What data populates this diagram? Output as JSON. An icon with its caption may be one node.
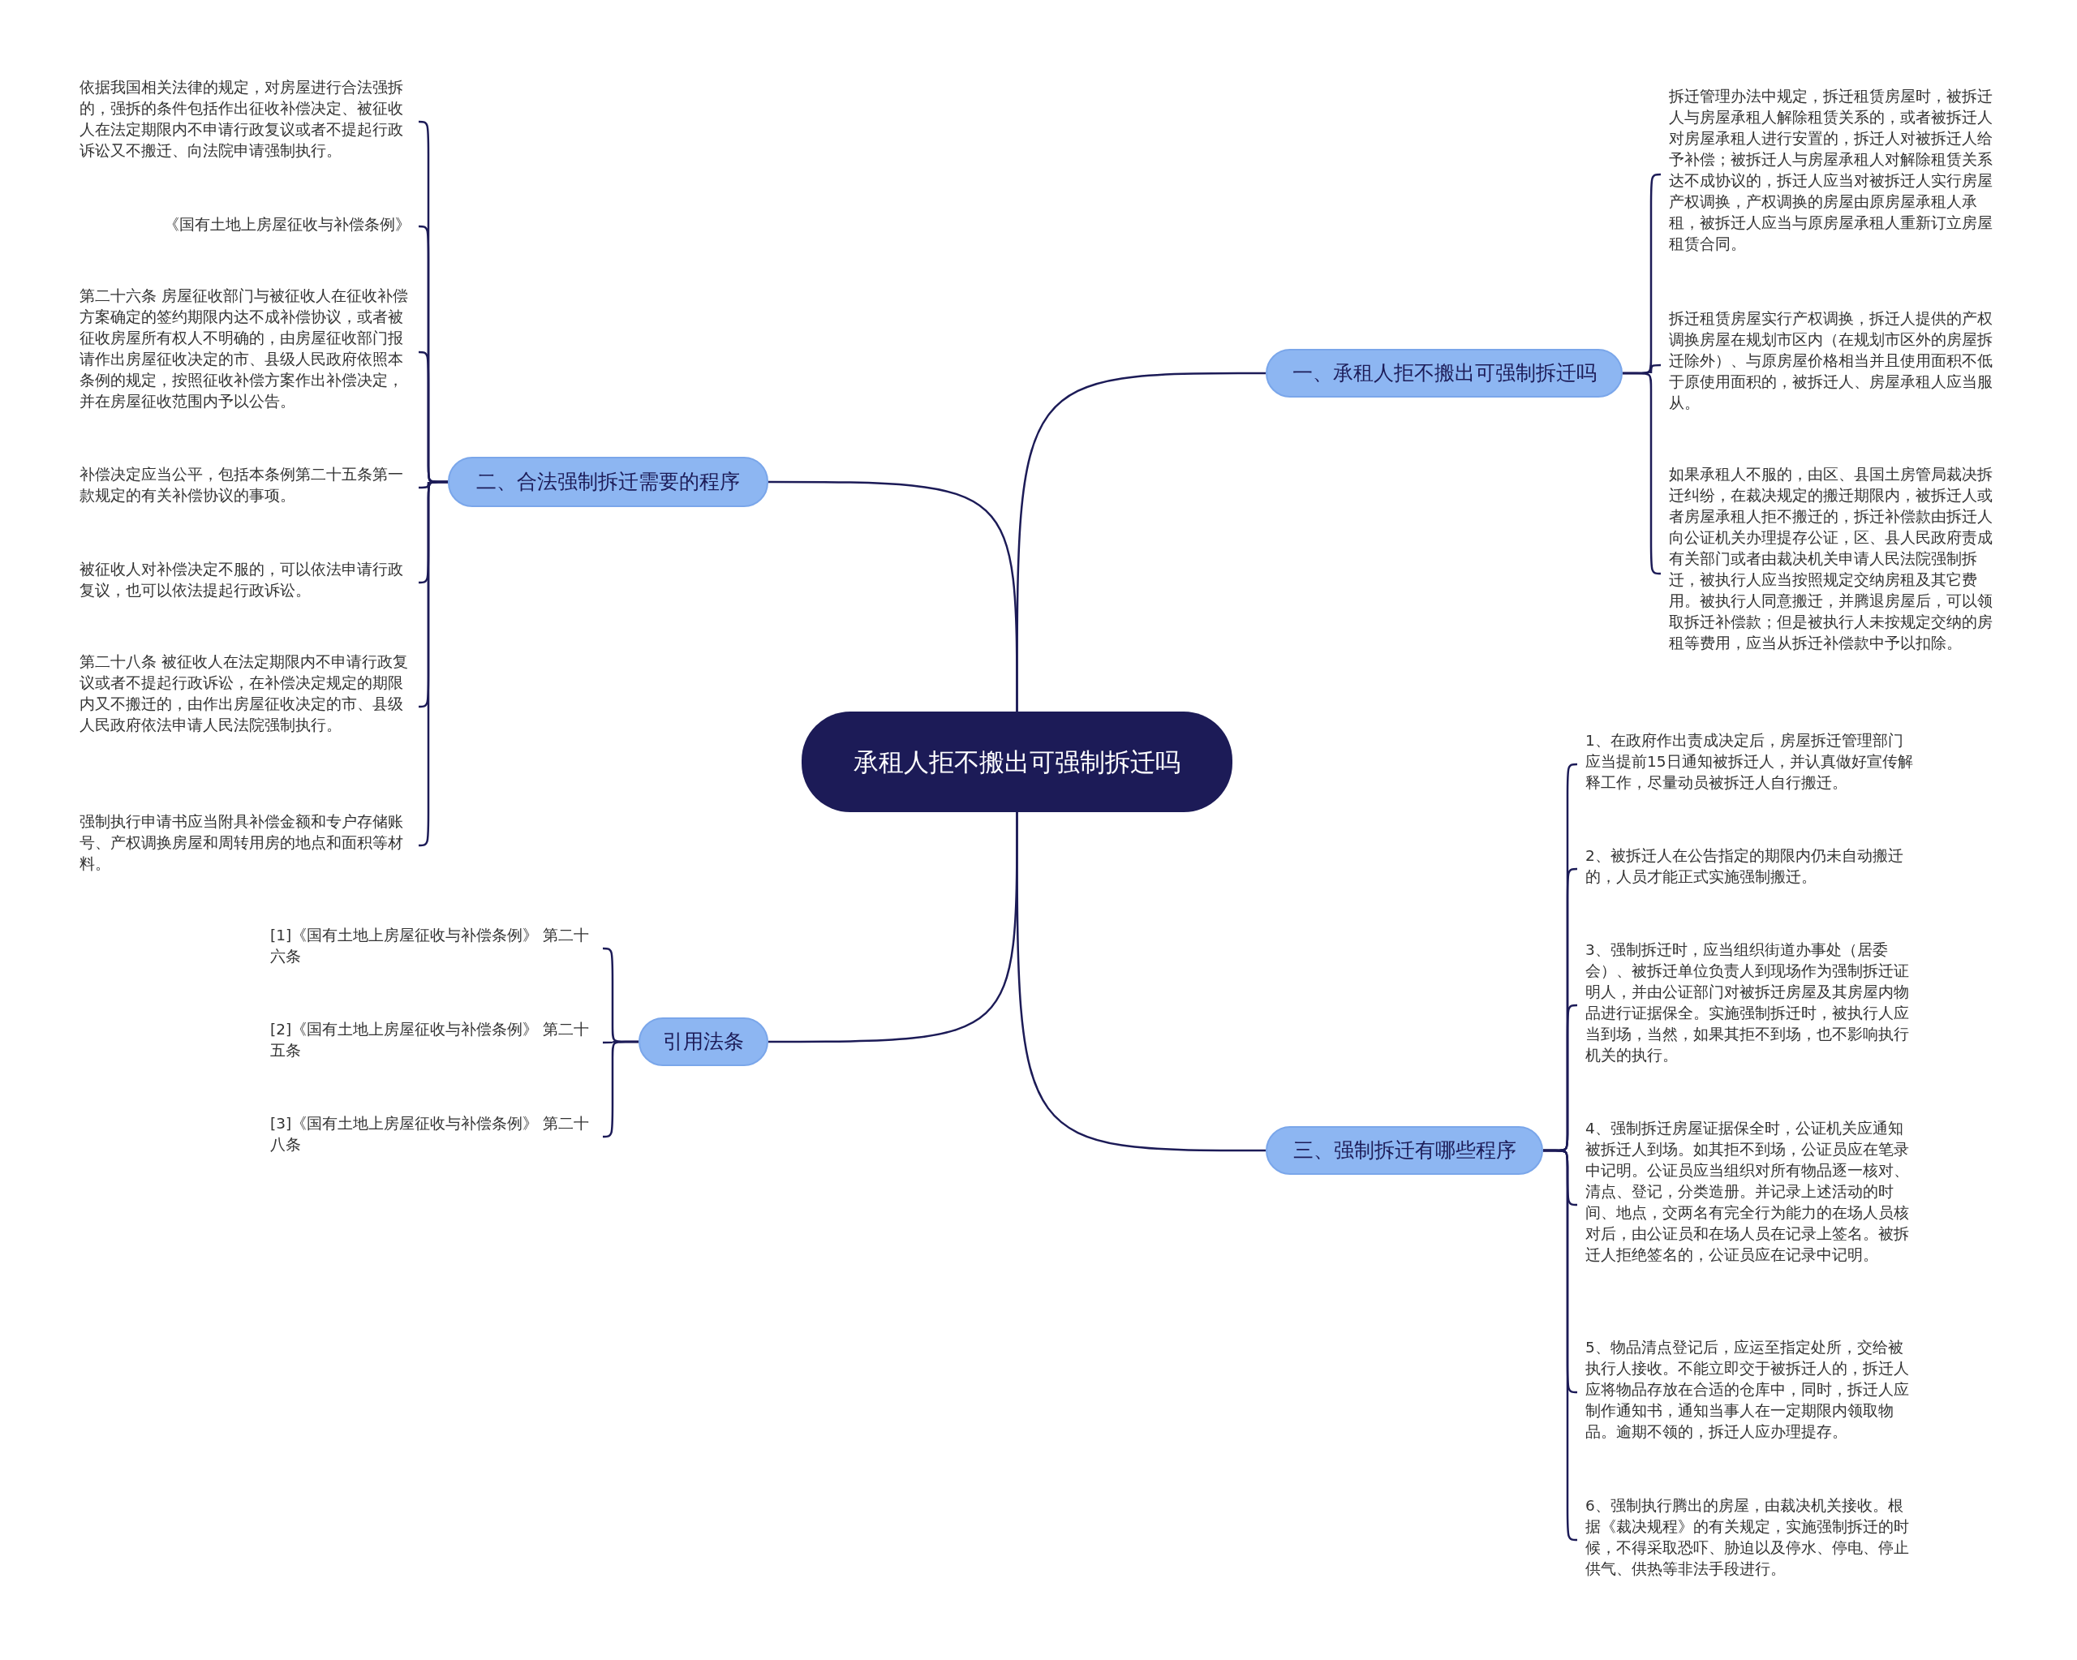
{
  "diagram": {
    "nodes": [
      {
        "text": [
          "承租人拒不搬出可强制拆迁吗"
        ]
      },
      {
        "text": [
          "一、承租人拒不搬出可强制拆迁吗"
        ]
      },
      {
        "text": [
          "拆迁管理办法中规定，拆迁租赁房屋时，被拆迁人与房屋承租人解除租赁关系的，或者被拆迁人对房屋承租人进行安置的，拆迁人对被拆迁人给予补偿；被拆迁人与房屋承租人对解除租赁关系达不成协议的，拆迁人应当对被拆迁人实行房屋产权调换，产权调换的房屋由原房屋承租人承租，被拆迁人应当与原房屋承租人重新订立房屋租赁合同。"
        ]
      },
      {
        "text": [
          "拆迁租赁房屋实行产权调换，拆迁人提供的产权调换房屋在规划市区内（在规划市区外的房屋拆迁除外）、与原房屋价格相当并且使用面积不低于原使用面积的，被拆迁人、房屋承租人应当服从。"
        ]
      },
      {
        "text": [
          "如果承租人不服的，由区、县国土房管局裁决拆迁纠纷，在裁决规定的搬迁期限内，被拆迁人或者房屋承租人拒不搬迁的，拆迁补偿款由拆迁人向公证机关办理提存公证，区、县人民政府责成有关部门或者由裁决机关申请人民法院强制拆迁，被执行人应当按照规定交纳房租及其它费用。被执行人同意搬迁，并腾退房屋后，可以领取拆迁补偿款；但是被执行人未按规定交纳的房租等费用，应当从拆迁补偿款中予以扣除。"
        ]
      },
      {
        "text": [
          "二、合法强制拆迁需要的程序"
        ]
      },
      {
        "text": [
          "依据我国相关法律的规定，对房屋进行合法强拆的，强拆的条件包括作出征收补偿决定、被征收人在法定期限内不申请行政复议或者不提起行政诉讼又不搬迁、向法院申请强制执行。"
        ]
      },
      {
        "text": [
          "《国有土地上房屋征收与补偿条例》"
        ]
      },
      {
        "text": [
          "第二十六条 房屋征收部门与被征收人在征收补偿方案确定的签约期限内达不成补偿协议，或者被征收房屋所有权人不明确的，由房屋征收部门报请作出房屋征收决定的市、县级人民政府依照本条例的规定，按照征收补偿方案作出补偿决定，并在房屋征收范围内予以公告。"
        ]
      },
      {
        "text": [
          "补偿决定应当公平，包括本条例第二十五条第一款规定的有关补偿协议的事项。"
        ]
      },
      {
        "text": [
          "被征收人对补偿决定不服的，可以依法申请行政复议，也可以依法提起行政诉讼。"
        ]
      },
      {
        "text": [
          "第二十八条 被征收人在法定期限内不申请行政复议或者不提起行政诉讼，在补偿决定规定的期限内又不搬迁的，由作出房屋征收决定的市、县级人民政府依法申请人民法院强制执行。"
        ]
      },
      {
        "text": [
          "强制执行申请书应当附具补偿金额和专户存储账号、产权调换房屋和周转用房的地点和面积等材料。"
        ]
      },
      {
        "text": [
          "三、强制拆迁有哪些程序"
        ]
      },
      {
        "text": [
          "1、在政府作出责成决定后，房屋拆迁管理部门应当提前15日通知被拆迁人，并认真做好宣传解释工作，尽量动员被拆迁人自行搬迁。"
        ]
      },
      {
        "text": [
          "2、被拆迁人在公告指定的期限内仍未自动搬迁的，人员才能正式实施强制搬迁。"
        ]
      },
      {
        "text": [
          "3、强制拆迁时，应当组织街道办事处（居委会）、被拆迁单位负责人到现场作为强制拆迁证明人，并由公证部门对被拆迁房屋及其房屋内物品进行证据保全。实施强制拆迁时，被执行人应当到场，当然，如果其拒不到场，也不影响执行机关的执行。"
        ]
      },
      {
        "text": [
          "4、强制拆迁房屋证据保全时，公证机关应通知被拆迁人到场。如其拒不到场，公证员应在笔录中记明。公证员应当组织对所有物品逐一核对、清点、登记，分类造册。并记录上述活动的时间、地点，交两名有完全行为能力的在场人员核对后，由公证员和在场人员在记录上签名。被拆迁人拒绝签名的，公证员应在记录中记明。"
        ]
      },
      {
        "text": [
          "5、物品清点登记后，应运至指定处所，交给被执行人接收。不能立即交于被拆迁人的，拆迁人应将物品存放在合适的仓库中，同时，拆迁人应制作通知书，通知当事人在一定期限内领取物品。逾期不领的，拆迁人应办理提存。"
        ]
      },
      {
        "text": [
          "6、强制执行腾出的房屋，由裁决机关接收。根据《裁决规程》的有关规定，实施强制拆迁的时候，不得采取恐吓、胁迫以及停水、停电、停止供气、供热等非法手段进行。"
        ]
      },
      {
        "text": [
          "引用法条"
        ]
      },
      {
        "text": [
          "[1]《国有土地上房屋征收与补偿条例》 第二十六条"
        ]
      },
      {
        "text": [
          "[2]《国有土地上房屋征收与补偿条例》 第二十五条"
        ]
      },
      {
        "text": [
          "[3]《国有土地上房屋征收与补偿条例》 第二十八条"
        ]
      }
    ],
    "edges": [
      {
        "from": 0,
        "to": 1,
        "arrow": "none"
      },
      {
        "from": 1,
        "to": 2,
        "arrow": "none"
      },
      {
        "from": 1,
        "to": 3,
        "arrow": "none"
      },
      {
        "from": 1,
        "to": 4,
        "arrow": "none"
      },
      {
        "from": 0,
        "to": 5,
        "arrow": "none"
      },
      {
        "from": 5,
        "to": 6,
        "arrow": "none"
      },
      {
        "from": 5,
        "to": 7,
        "arrow": "none"
      },
      {
        "from": 5,
        "to": 8,
        "arrow": "none"
      },
      {
        "from": 5,
        "to": 9,
        "arrow": "none"
      },
      {
        "from": 5,
        "to": 10,
        "arrow": "none"
      },
      {
        "from": 5,
        "to": 11,
        "arrow": "none"
      },
      {
        "from": 5,
        "to": 12,
        "arrow": "none"
      },
      {
        "from": 0,
        "to": 13,
        "arrow": "none"
      },
      {
        "from": 13,
        "to": 14,
        "arrow": "none"
      },
      {
        "from": 13,
        "to": 15,
        "arrow": "none"
      },
      {
        "from": 13,
        "to": 16,
        "arrow": "none"
      },
      {
        "from": 13,
        "to": 17,
        "arrow": "none"
      },
      {
        "from": 13,
        "to": 18,
        "arrow": "none"
      },
      {
        "from": 13,
        "to": 19,
        "arrow": "none"
      },
      {
        "from": 0,
        "to": 20,
        "arrow": "none"
      },
      {
        "from": 20,
        "to": 21,
        "arrow": "none"
      },
      {
        "from": 20,
        "to": 22,
        "arrow": "none"
      },
      {
        "from": 20,
        "to": 23,
        "arrow": "none"
      }
    ]
  }
}
